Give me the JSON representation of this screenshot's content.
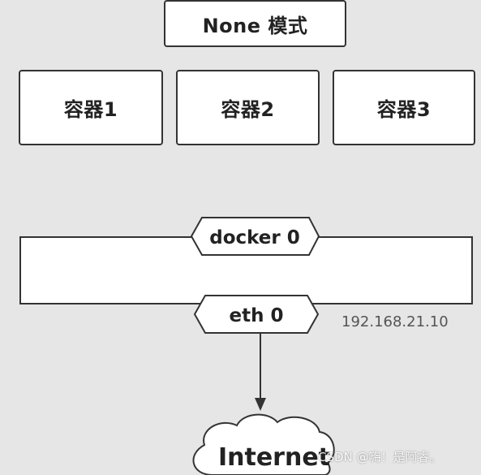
{
  "diagram": {
    "mode_title": "None 模式",
    "containers": [
      {
        "label": "容器1"
      },
      {
        "label": "容器2"
      },
      {
        "label": "容器3"
      }
    ],
    "bridge_label": "docker 0",
    "interface_label": "eth 0",
    "interface_ip": "192.168.21.10",
    "cloud_label": "Internet"
  },
  "watermark": "CSDN @嗨！是阿睿。",
  "colors": {
    "background": "#e6e6e6",
    "box_fill": "#ffffff",
    "stroke": "#333333",
    "ip_text": "#555555"
  }
}
